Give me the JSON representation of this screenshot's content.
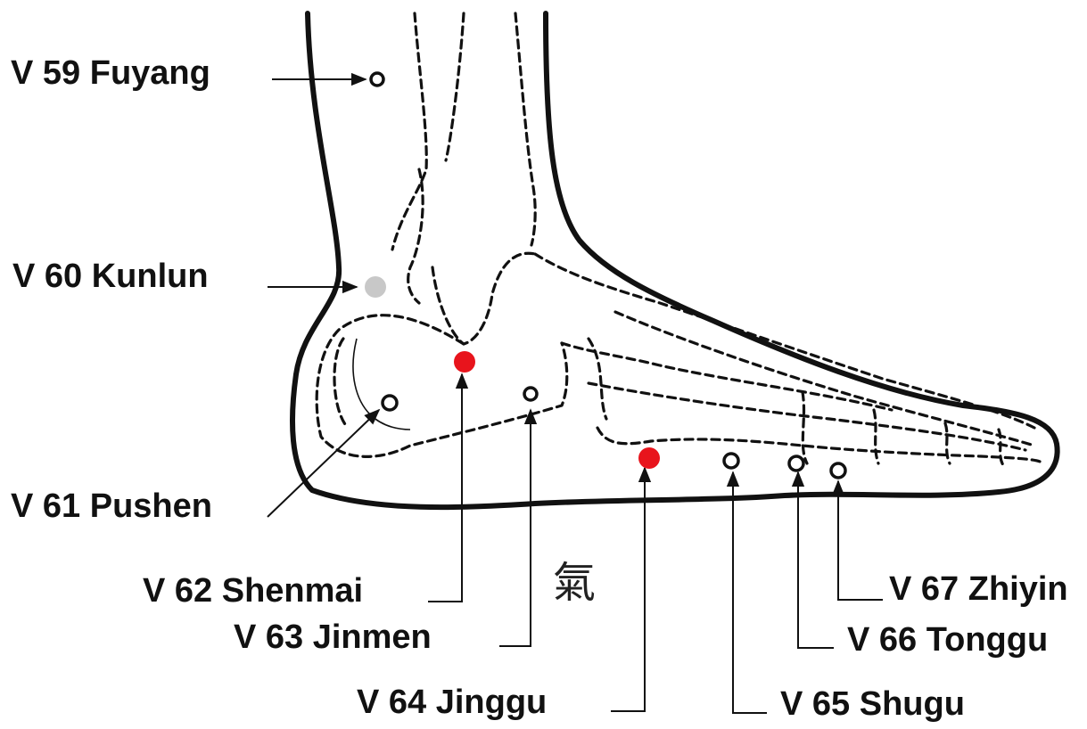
{
  "glyph": "氣",
  "colors": {
    "outline": "#111111",
    "highlight_red": "#e8141c",
    "highlight_gray": "#c8c8c8",
    "ring_fill": "#ffffff"
  },
  "points": {
    "v59": {
      "label": "V 59 Fuyang",
      "style": "ring"
    },
    "v60": {
      "label": "V 60 Kunlun",
      "style": "gray"
    },
    "v61": {
      "label": "V 61 Pushen",
      "style": "ring"
    },
    "v62": {
      "label": "V 62 Shenmai",
      "style": "red"
    },
    "v63": {
      "label": "V 63 Jinmen",
      "style": "ring"
    },
    "v64": {
      "label": "V 64 Jinggu",
      "style": "red"
    },
    "v65": {
      "label": "V 65 Shugu",
      "style": "ring"
    },
    "v66": {
      "label": "V 66 Tonggu",
      "style": "ring"
    },
    "v67": {
      "label": "V 67 Zhiyin",
      "style": "ring"
    }
  }
}
